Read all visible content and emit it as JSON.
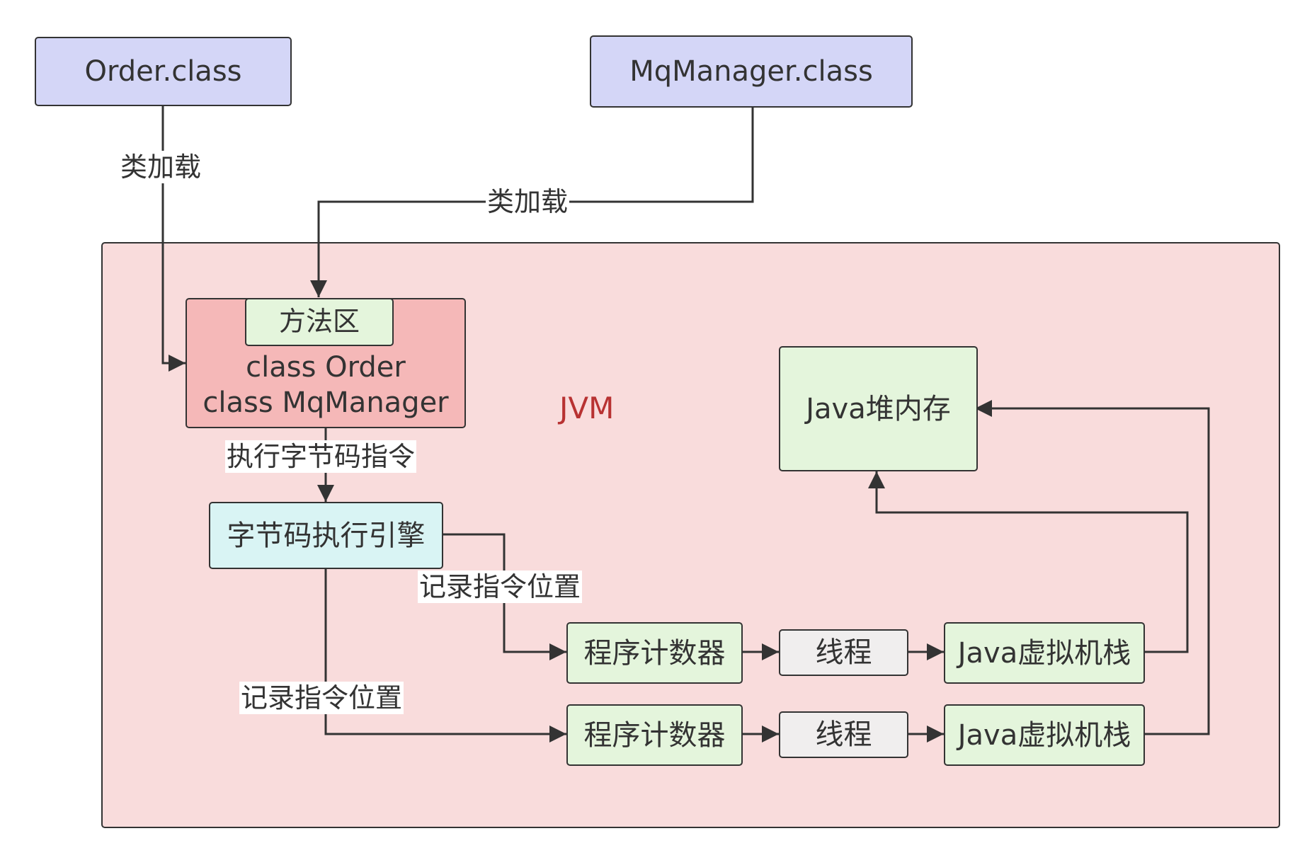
{
  "nodes": {
    "order_class": "Order.class",
    "mqmanager_class": "MqManager.class",
    "jvm": "JVM",
    "method_area": {
      "title": "方法区",
      "line1": "class Order",
      "line2": "class MqManager"
    },
    "bytecode_engine": "字节码执行引擎",
    "heap": "Java堆内存",
    "program_counter_1": "程序计数器",
    "thread_1": "线程",
    "vm_stack_1": "Java虚拟机栈",
    "program_counter_2": "程序计数器",
    "thread_2": "线程",
    "vm_stack_2": "Java虚拟机栈"
  },
  "edges": {
    "class_loading_1": "类加载",
    "class_loading_2": "类加载",
    "execute_bytecode": "执行字节码指令",
    "record_position_1": "记录指令位置",
    "record_position_2": "记录指令位置"
  },
  "colors": {
    "class_node": "#d4d6f7",
    "jvm_container": "#f9dcdc",
    "method_area": "#f5b8b8",
    "green_node": "#e4f5dc",
    "engine_node": "#d9f4f4",
    "thread_node": "#f0eeee",
    "jvm_label": "#b83232",
    "line": "#333333"
  }
}
